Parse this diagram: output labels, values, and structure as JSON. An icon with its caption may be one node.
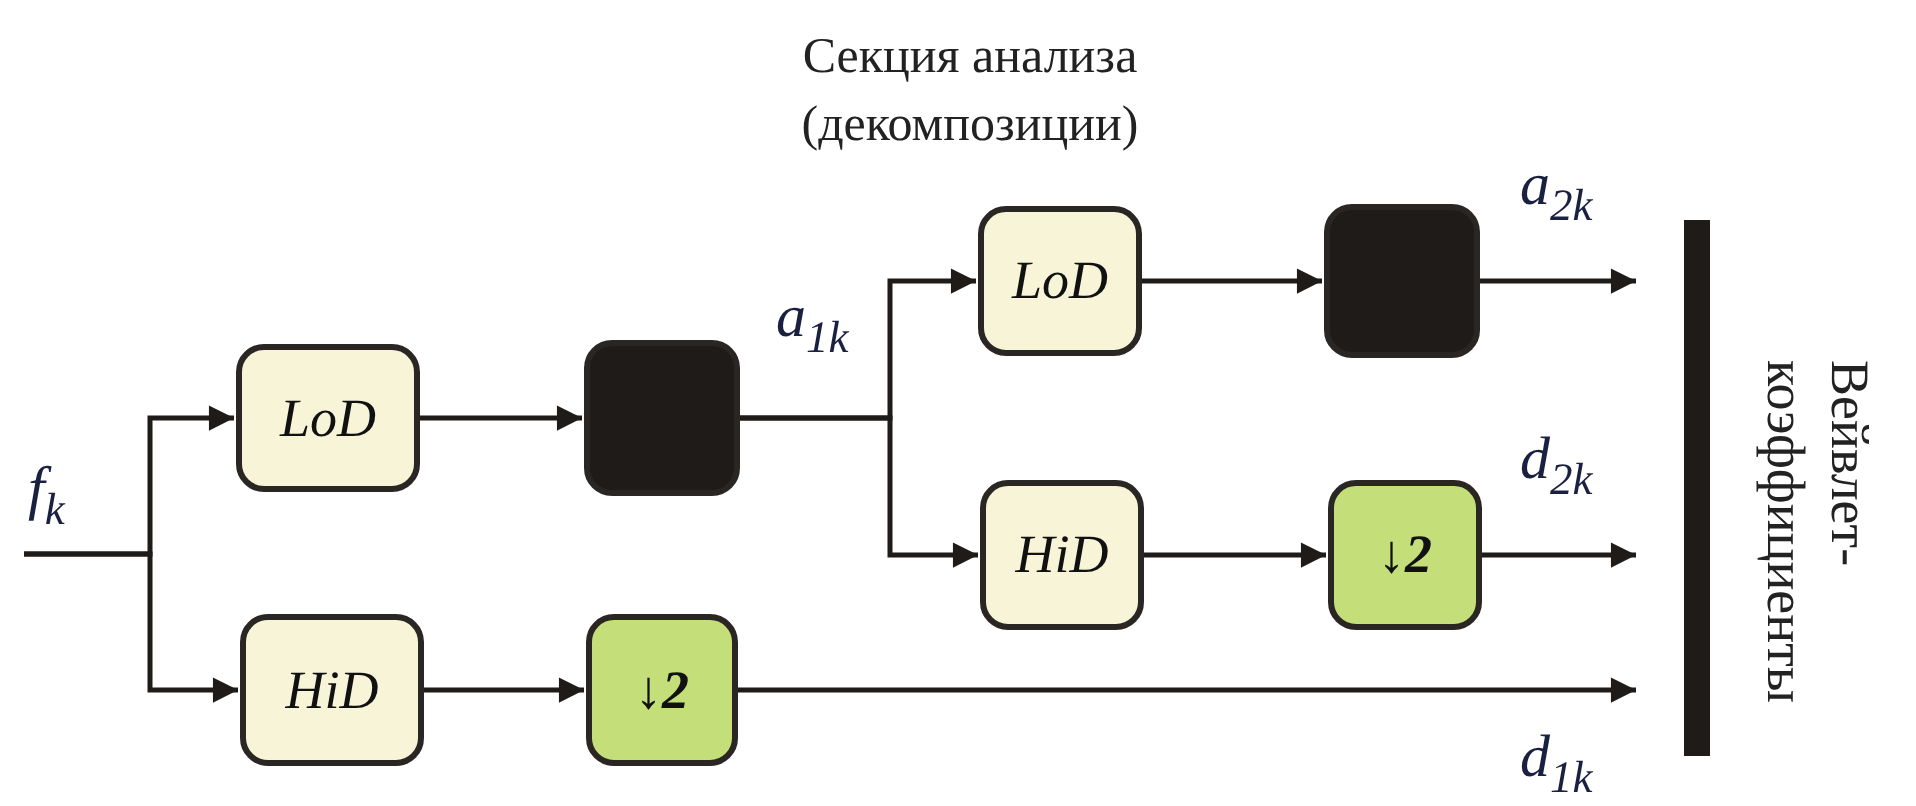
{
  "diagram": {
    "title": "Секция анализа (декомпозиции)",
    "nodes": [
      {
        "text": [
          "LoD"
        ]
      },
      {
        "text": [],
        "shape": "box"
      },
      {
        "text": [
          "LoD"
        ]
      },
      {
        "text": [],
        "shape": "box"
      },
      {
        "text": [
          "HiD"
        ]
      },
      {
        "text": [
          "↓2"
        ]
      },
      {
        "text": [
          "HiD"
        ]
      },
      {
        "text": [
          "↓2"
        ]
      }
    ],
    "edges": [
      {
        "from": null,
        "to": 0,
        "arrow": "to"
      },
      {
        "from": null,
        "to": 6,
        "arrow": "to"
      },
      {
        "from": 0,
        "to": 1,
        "arrow": "to"
      },
      {
        "from": 1,
        "to": 2,
        "arrow": "to"
      },
      {
        "from": 1,
        "to": 4,
        "arrow": "to"
      },
      {
        "from": 2,
        "to": 3,
        "arrow": "to"
      },
      {
        "from": 3,
        "to": null,
        "arrow": "to"
      },
      {
        "from": 4,
        "to": 5,
        "arrow": "to"
      },
      {
        "from": 5,
        "to": null,
        "arrow": "to"
      },
      {
        "from": 6,
        "to": 7,
        "arrow": "to"
      },
      {
        "from": 7,
        "to": null,
        "arrow": "to"
      }
    ],
    "labels": [
      "f$_{k}$",
      "a$_{1k}$",
      "a$_{2k}$",
      "d$_{2k}$",
      "d$_{1k}$",
      "Вейвлет- коэффициенты"
    ]
  }
}
